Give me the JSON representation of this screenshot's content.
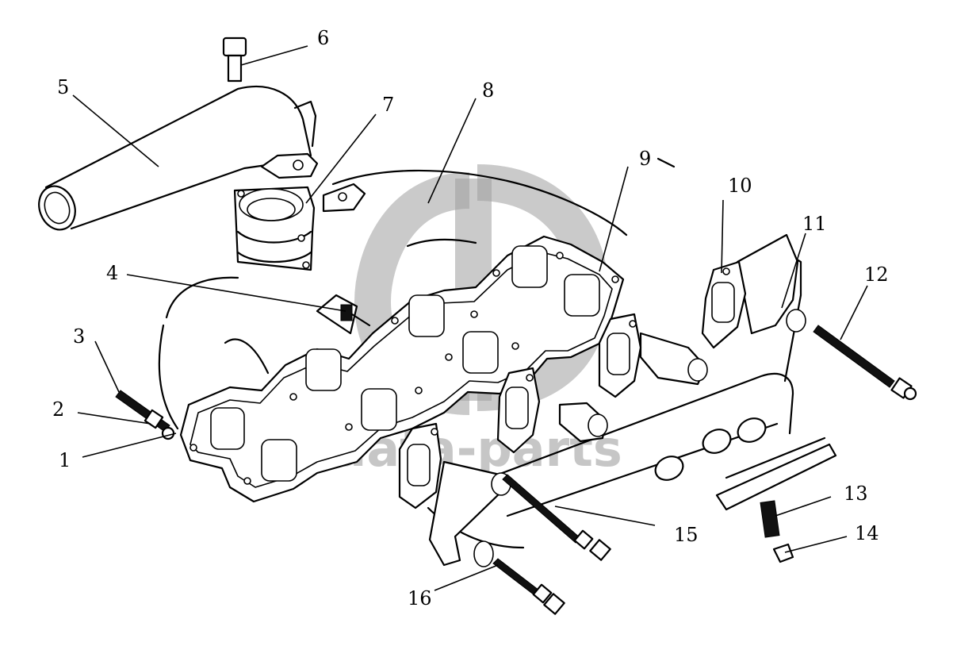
{
  "callouts": [
    {
      "id": "1",
      "label": "1"
    },
    {
      "id": "2",
      "label": "2"
    },
    {
      "id": "3",
      "label": "3"
    },
    {
      "id": "4",
      "label": "4"
    },
    {
      "id": "5",
      "label": "5"
    },
    {
      "id": "6",
      "label": "6"
    },
    {
      "id": "7",
      "label": "7"
    },
    {
      "id": "8",
      "label": "8"
    },
    {
      "id": "9",
      "label": "9"
    },
    {
      "id": "10",
      "label": "10"
    },
    {
      "id": "11",
      "label": "11"
    },
    {
      "id": "12",
      "label": "12"
    },
    {
      "id": "13",
      "label": "13"
    },
    {
      "id": "14",
      "label": "14"
    },
    {
      "id": "15",
      "label": "15"
    },
    {
      "id": "16",
      "label": "16"
    }
  ],
  "watermark": {
    "text": "data-parts",
    "logo": "dp-logo"
  }
}
